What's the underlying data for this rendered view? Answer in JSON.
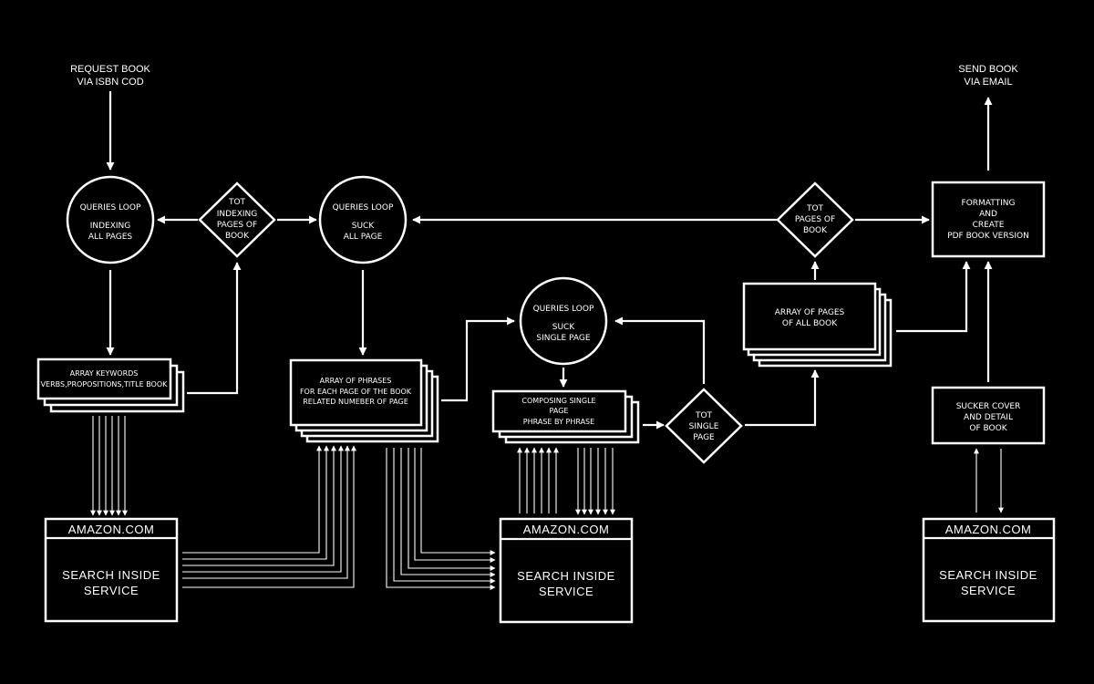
{
  "colors": {
    "background": "#000000",
    "foreground": "#ffffff"
  },
  "top": {
    "request": [
      "REQUEST BOOK",
      "VIA ISBN COD"
    ],
    "send": [
      "SEND BOOK",
      "VIA EMAIL"
    ]
  },
  "loops": {
    "indexing": [
      "QUERIES LOOP",
      "INDEXING",
      "ALL PAGES"
    ],
    "suck_all": [
      "QUERIES LOOP",
      "SUCK",
      "ALL PAGE"
    ],
    "suck_single": [
      "QUERIES LOOP",
      "SUCK",
      "SINGLE PAGE"
    ]
  },
  "decisions": {
    "tot_indexing": [
      "TOT",
      "INDEXING",
      "PAGES OF",
      "BOOK"
    ],
    "tot_pages": [
      "TOT",
      "PAGES OF",
      "BOOK"
    ],
    "tot_single": [
      "TOT",
      "SINGLE",
      "PAGE"
    ]
  },
  "stacks": {
    "keywords": [
      "ARRAY KEYWORDS",
      "VERBS,PROPOSITIONS,TITLE BOOK"
    ],
    "phrases": [
      "ARRAY OF PHRASES",
      "FOR EACH PAGE OF THE BOOK",
      "RELATED NUMEBER OF PAGE"
    ],
    "composing": [
      "COMPOSING SINGLE",
      "PAGE",
      "PHRASE BY PHRASE"
    ],
    "pages": [
      "ARRAY OF PAGES",
      "OF ALL BOOK"
    ]
  },
  "boxes": {
    "formatting": [
      "FORMATTING",
      "AND",
      "CREATE",
      "PDF BOOK VERSION"
    ],
    "sucker": [
      "SUCKER COVER",
      "AND DETAIL",
      "OF BOOK"
    ]
  },
  "services": {
    "header": "AMAZON.COM",
    "body": [
      "SEARCH INSIDE",
      "SERVICE"
    ]
  }
}
